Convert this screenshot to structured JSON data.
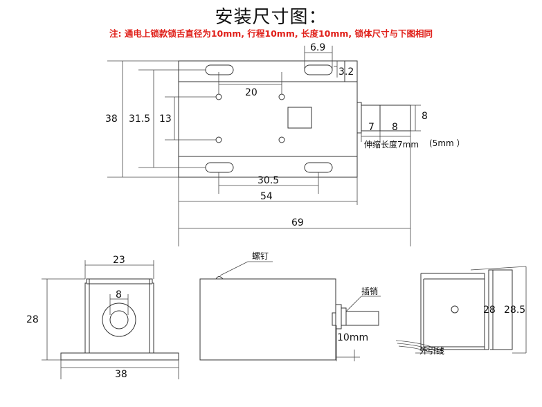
{
  "title": "安装尺寸图：",
  "note": "注: 通电上锁款锁舌直径为10mm, 行程10mm, 长度10mm, 锁体尺寸与下图相同",
  "dims": {
    "d6_9": "6.9",
    "d3_2": "3.2",
    "d20": "20",
    "d38": "38",
    "d31_5": "31.5",
    "d13": "13",
    "d8_tongue": "8",
    "d7": "7",
    "d8_travel": "8",
    "stroke_label": "伸缩长度7mm",
    "stroke_paren": "(5mm ）",
    "d30_5": "30.5",
    "d54": "54",
    "d69": "69",
    "d23": "23",
    "d8_hole": "8",
    "d28_front": "28",
    "d38_base": "38",
    "screw_label": "螺钉",
    "pin_label": "插销",
    "d10mm": "10mm",
    "d28_side": "28",
    "d28_5": "28.5",
    "wire_label": "外引线"
  }
}
